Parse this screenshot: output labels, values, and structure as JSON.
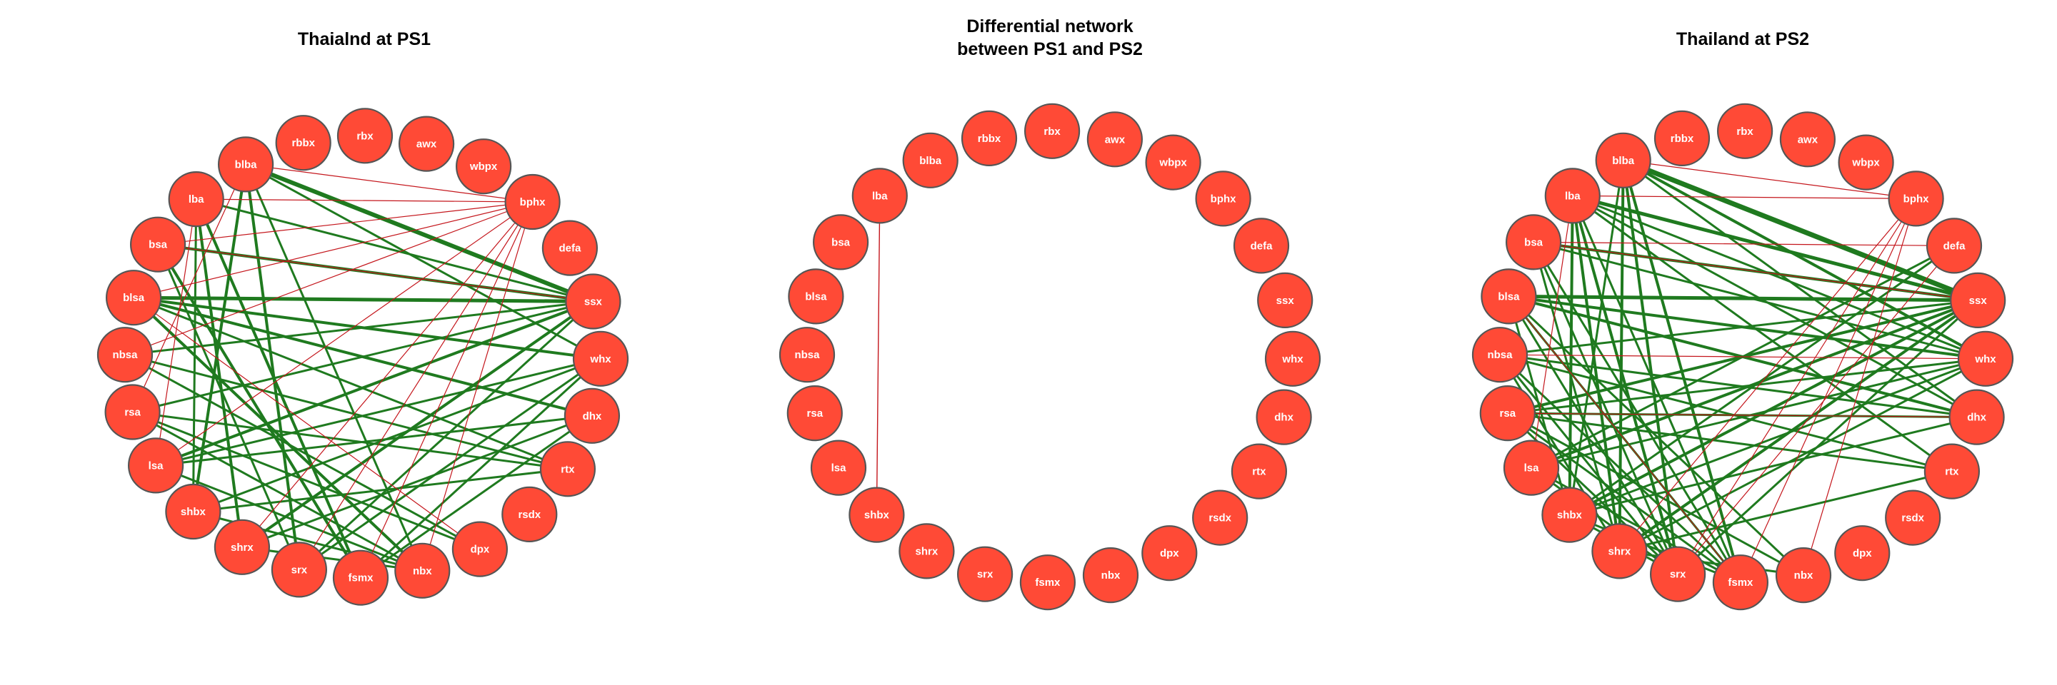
{
  "colors": {
    "node_fill": "#ff4a36",
    "node_border": "#555555",
    "node_label": "#ffffff",
    "positive_edge": "#1f7a1f",
    "negative_edge": "#c4161c"
  },
  "nodes": [
    "awx",
    "wbpx",
    "bphx",
    "defa",
    "ssx",
    "whx",
    "dhx",
    "rtx",
    "rsdx",
    "dpx",
    "nbx",
    "fsmx",
    "srx",
    "shrx",
    "shbx",
    "lsa",
    "rsa",
    "nbsa",
    "blsa",
    "bsa",
    "lba",
    "blba",
    "rbbx",
    "rbx"
  ],
  "panels": [
    {
      "title_lines": [
        "Thaialnd at PS1"
      ],
      "edges": [
        {
          "a": "blba",
          "b": "ssx",
          "sign": "+",
          "w": 6
        },
        {
          "a": "blsa",
          "b": "ssx",
          "sign": "+",
          "w": 5
        },
        {
          "a": "blsa",
          "b": "whx",
          "sign": "+",
          "w": 4
        },
        {
          "a": "blsa",
          "b": "dhx",
          "sign": "+",
          "w": 4
        },
        {
          "a": "blsa",
          "b": "nbx",
          "sign": "+",
          "w": 4
        },
        {
          "a": "blsa",
          "b": "rtx",
          "sign": "+",
          "w": 3
        },
        {
          "a": "bsa",
          "b": "ssx",
          "sign": "+",
          "w": 4
        },
        {
          "a": "bsa",
          "b": "fsmx",
          "sign": "+",
          "w": 4
        },
        {
          "a": "lba",
          "b": "shrx",
          "sign": "+",
          "w": 4
        },
        {
          "a": "lba",
          "b": "fsmx",
          "sign": "+",
          "w": 4
        },
        {
          "a": "lba",
          "b": "ssx",
          "sign": "+",
          "w": 3
        },
        {
          "a": "blba",
          "b": "shbx",
          "sign": "+",
          "w": 4
        },
        {
          "a": "blba",
          "b": "srx",
          "sign": "+",
          "w": 4
        },
        {
          "a": "blba",
          "b": "nbx",
          "sign": "+",
          "w": 3
        },
        {
          "a": "blba",
          "b": "whx",
          "sign": "+",
          "w": 3
        },
        {
          "a": "ssx",
          "b": "shrx",
          "sign": "+",
          "w": 4
        },
        {
          "a": "ssx",
          "b": "srx",
          "sign": "+",
          "w": 3
        },
        {
          "a": "ssx",
          "b": "lsa",
          "sign": "+",
          "w": 4
        },
        {
          "a": "ssx",
          "b": "rsa",
          "sign": "+",
          "w": 3
        },
        {
          "a": "ssx",
          "b": "nbsa",
          "sign": "+",
          "w": 3
        },
        {
          "a": "whx",
          "b": "lsa",
          "sign": "+",
          "w": 3
        },
        {
          "a": "whx",
          "b": "shbx",
          "sign": "+",
          "w": 3
        },
        {
          "a": "whx",
          "b": "fsmx",
          "sign": "+",
          "w": 3
        },
        {
          "a": "dhx",
          "b": "lsa",
          "sign": "+",
          "w": 3
        },
        {
          "a": "dhx",
          "b": "shrx",
          "sign": "+",
          "w": 3
        },
        {
          "a": "rtx",
          "b": "rsa",
          "sign": "+",
          "w": 3
        },
        {
          "a": "rtx",
          "b": "shbx",
          "sign": "+",
          "w": 3
        },
        {
          "a": "rtx",
          "b": "nbsa",
          "sign": "+",
          "w": 3
        },
        {
          "a": "nbsa",
          "b": "dpx",
          "sign": "+",
          "w": 3
        },
        {
          "a": "rsa",
          "b": "nbx",
          "sign": "+",
          "w": 3
        },
        {
          "a": "rsa",
          "b": "dpx",
          "sign": "+",
          "w": 3
        },
        {
          "a": "lsa",
          "b": "nbx",
          "sign": "+",
          "w": 3
        },
        {
          "a": "shbx",
          "b": "nbx",
          "sign": "+",
          "w": 3
        },
        {
          "a": "shrx",
          "b": "nbx",
          "sign": "+",
          "w": 3
        },
        {
          "a": "srx",
          "b": "whx",
          "sign": "+",
          "w": 3
        },
        {
          "a": "fsmx",
          "b": "dhx",
          "sign": "+",
          "w": 3
        },
        {
          "a": "lba",
          "b": "shbx",
          "sign": "+",
          "w": 3
        },
        {
          "a": "bsa",
          "b": "srx",
          "sign": "+",
          "w": 3
        },
        {
          "a": "bphx",
          "b": "blba",
          "sign": "-",
          "w": 1.2
        },
        {
          "a": "bphx",
          "b": "lba",
          "sign": "-",
          "w": 1.2
        },
        {
          "a": "bphx",
          "b": "bsa",
          "sign": "-",
          "w": 1.2
        },
        {
          "a": "bphx",
          "b": "blsa",
          "sign": "-",
          "w": 1.2
        },
        {
          "a": "bphx",
          "b": "nbsa",
          "sign": "-",
          "w": 1.2
        },
        {
          "a": "bphx",
          "b": "lsa",
          "sign": "-",
          "w": 1.2
        },
        {
          "a": "bphx",
          "b": "shrx",
          "sign": "-",
          "w": 1.2
        },
        {
          "a": "bphx",
          "b": "fsmx",
          "sign": "-",
          "w": 1.2
        },
        {
          "a": "bphx",
          "b": "nbx",
          "sign": "-",
          "w": 1.2
        },
        {
          "a": "bphx",
          "b": "srx",
          "sign": "-",
          "w": 1.2
        },
        {
          "a": "ssx",
          "b": "bsa",
          "sign": "-",
          "w": 1.2
        },
        {
          "a": "lba",
          "b": "lsa",
          "sign": "-",
          "w": 1.2
        },
        {
          "a": "blba",
          "b": "rsa",
          "sign": "-",
          "w": 1.2
        },
        {
          "a": "blsa",
          "b": "dpx",
          "sign": "-",
          "w": 1.2
        }
      ]
    },
    {
      "title_lines": [
        "Differential network",
        "between PS1 and PS2"
      ],
      "edges": [
        {
          "a": "lba",
          "b": "shbx",
          "sign": "-",
          "w": 1.4
        }
      ]
    },
    {
      "title_lines": [
        "Thailand at PS2"
      ],
      "edges": [
        {
          "a": "blba",
          "b": "ssx",
          "sign": "+",
          "w": 7
        },
        {
          "a": "lba",
          "b": "ssx",
          "sign": "+",
          "w": 5
        },
        {
          "a": "blsa",
          "b": "ssx",
          "sign": "+",
          "w": 5
        },
        {
          "a": "bsa",
          "b": "ssx",
          "sign": "+",
          "w": 4
        },
        {
          "a": "blsa",
          "b": "whx",
          "sign": "+",
          "w": 4
        },
        {
          "a": "blsa",
          "b": "dhx",
          "sign": "+",
          "w": 4
        },
        {
          "a": "blba",
          "b": "whx",
          "sign": "+",
          "w": 4
        },
        {
          "a": "blba",
          "b": "dhx",
          "sign": "+",
          "w": 3
        },
        {
          "a": "lba",
          "b": "whx",
          "sign": "+",
          "w": 3
        },
        {
          "a": "lba",
          "b": "dhx",
          "sign": "+",
          "w": 3
        },
        {
          "a": "lba",
          "b": "rtx",
          "sign": "+",
          "w": 3
        },
        {
          "a": "bsa",
          "b": "whx",
          "sign": "+",
          "w": 3
        },
        {
          "a": "blba",
          "b": "fsmx",
          "sign": "+",
          "w": 4
        },
        {
          "a": "blba",
          "b": "srx",
          "sign": "+",
          "w": 4
        },
        {
          "a": "blba",
          "b": "shrx",
          "sign": "+",
          "w": 4
        },
        {
          "a": "blba",
          "b": "shbx",
          "sign": "+",
          "w": 3
        },
        {
          "a": "lba",
          "b": "shrx",
          "sign": "+",
          "w": 4
        },
        {
          "a": "lba",
          "b": "srx",
          "sign": "+",
          "w": 4
        },
        {
          "a": "lba",
          "b": "fsmx",
          "sign": "+",
          "w": 3
        },
        {
          "a": "lba",
          "b": "shbx",
          "sign": "+",
          "w": 4
        },
        {
          "a": "bsa",
          "b": "srx",
          "sign": "+",
          "w": 3
        },
        {
          "a": "bsa",
          "b": "fsmx",
          "sign": "+",
          "w": 3
        },
        {
          "a": "blsa",
          "b": "fsmx",
          "sign": "+",
          "w": 3
        },
        {
          "a": "blsa",
          "b": "nbx",
          "sign": "+",
          "w": 3
        },
        {
          "a": "ssx",
          "b": "rsa",
          "sign": "+",
          "w": 4
        },
        {
          "a": "ssx",
          "b": "lsa",
          "sign": "+",
          "w": 4
        },
        {
          "a": "ssx",
          "b": "shbx",
          "sign": "+",
          "w": 4
        },
        {
          "a": "ssx",
          "b": "shrx",
          "sign": "+",
          "w": 4
        },
        {
          "a": "ssx",
          "b": "srx",
          "sign": "+",
          "w": 3
        },
        {
          "a": "ssx",
          "b": "nbsa",
          "sign": "+",
          "w": 3
        },
        {
          "a": "whx",
          "b": "rsa",
          "sign": "+",
          "w": 3
        },
        {
          "a": "whx",
          "b": "lsa",
          "sign": "+",
          "w": 3
        },
        {
          "a": "whx",
          "b": "shbx",
          "sign": "+",
          "w": 3
        },
        {
          "a": "whx",
          "b": "shrx",
          "sign": "+",
          "w": 3
        },
        {
          "a": "dhx",
          "b": "shbx",
          "sign": "+",
          "w": 3
        },
        {
          "a": "dhx",
          "b": "rsa",
          "sign": "+",
          "w": 3
        },
        {
          "a": "rtx",
          "b": "rsa",
          "sign": "+",
          "w": 3
        },
        {
          "a": "rtx",
          "b": "nbsa",
          "sign": "+",
          "w": 3
        },
        {
          "a": "rtx",
          "b": "shrx",
          "sign": "+",
          "w": 3
        },
        {
          "a": "defa",
          "b": "lsa",
          "sign": "+",
          "w": 3
        },
        {
          "a": "defa",
          "b": "shbx",
          "sign": "+",
          "w": 3
        },
        {
          "a": "rsa",
          "b": "srx",
          "sign": "+",
          "w": 3
        },
        {
          "a": "rsa",
          "b": "fsmx",
          "sign": "+",
          "w": 3
        },
        {
          "a": "rsa",
          "b": "nbx",
          "sign": "+",
          "w": 3
        },
        {
          "a": "lsa",
          "b": "fsmx",
          "sign": "+",
          "w": 3
        },
        {
          "a": "lsa",
          "b": "srx",
          "sign": "+",
          "w": 3
        },
        {
          "a": "shbx",
          "b": "fsmx",
          "sign": "+",
          "w": 3
        },
        {
          "a": "shbx",
          "b": "srx",
          "sign": "+",
          "w": 3
        },
        {
          "a": "shrx",
          "b": "nbx",
          "sign": "+",
          "w": 3
        },
        {
          "a": "nbsa",
          "b": "srx",
          "sign": "+",
          "w": 3
        },
        {
          "a": "nbsa",
          "b": "fsmx",
          "sign": "+",
          "w": 3
        },
        {
          "a": "nbsa",
          "b": "shrx",
          "sign": "+",
          "w": 3
        },
        {
          "a": "blsa",
          "b": "shbx",
          "sign": "+",
          "w": 3
        },
        {
          "a": "blsa",
          "b": "srx",
          "sign": "+",
          "w": 3
        },
        {
          "a": "bsa",
          "b": "shrx",
          "sign": "+",
          "w": 3
        },
        {
          "a": "dhx",
          "b": "nbsa",
          "sign": "+",
          "w": 3
        },
        {
          "a": "bphx",
          "b": "blba",
          "sign": "-",
          "w": 1.2
        },
        {
          "a": "bphx",
          "b": "lba",
          "sign": "-",
          "w": 1.2
        },
        {
          "a": "bphx",
          "b": "srx",
          "sign": "-",
          "w": 1.2
        },
        {
          "a": "bphx",
          "b": "fsmx",
          "sign": "-",
          "w": 1.2
        },
        {
          "a": "bphx",
          "b": "nbx",
          "sign": "-",
          "w": 1.2
        },
        {
          "a": "bphx",
          "b": "shrx",
          "sign": "-",
          "w": 1.2
        },
        {
          "a": "defa",
          "b": "bsa",
          "sign": "-",
          "w": 1.2
        },
        {
          "a": "defa",
          "b": "srx",
          "sign": "-",
          "w": 1.2
        },
        {
          "a": "ssx",
          "b": "bsa",
          "sign": "-",
          "w": 1.2
        },
        {
          "a": "lba",
          "b": "lsa",
          "sign": "-",
          "w": 1.2
        },
        {
          "a": "blsa",
          "b": "fsmx",
          "sign": "-",
          "w": 1.2
        },
        {
          "a": "whx",
          "b": "nbsa",
          "sign": "-",
          "w": 1.2
        },
        {
          "a": "rsa",
          "b": "dhx",
          "sign": "-",
          "w": 1.2
        }
      ]
    }
  ]
}
